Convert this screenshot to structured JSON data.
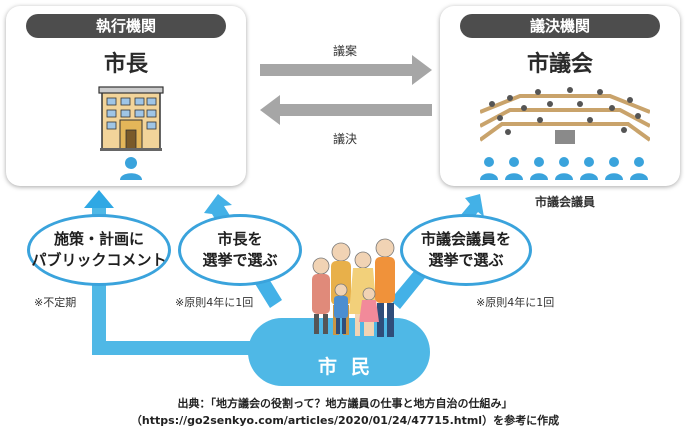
{
  "executive": {
    "category": "執行機関",
    "title": "市長"
  },
  "legislative": {
    "category": "議決機関",
    "title": "市議会",
    "members_label": "市議会議員"
  },
  "flows": {
    "proposal": "議案",
    "decision": "議決"
  },
  "citizen_actions": [
    {
      "line1": "施策・計画に",
      "line2": "パブリックコメント",
      "note": "※不定期"
    },
    {
      "line1": "市長を",
      "line2": "選挙で選ぶ",
      "note": "※原則4年に1回"
    },
    {
      "line1": "市議会議員を",
      "line2": "選挙で選ぶ",
      "note": "※原則4年に1回"
    }
  ],
  "citizens": {
    "label": "市民"
  },
  "source": {
    "line1": "出典：「地方議会の役割って？地方議員の仕事と地方自治の仕組み」",
    "line2": "（https://go2senkyo.com/articles/2020/01/24/47715.html）を参考に作成"
  },
  "colors": {
    "accent_blue": "#4fb8e6",
    "arrow_blue": "#2fa8e4",
    "arrow_gray": "#a6a6a6",
    "pill_dark": "#4d4d4d"
  }
}
